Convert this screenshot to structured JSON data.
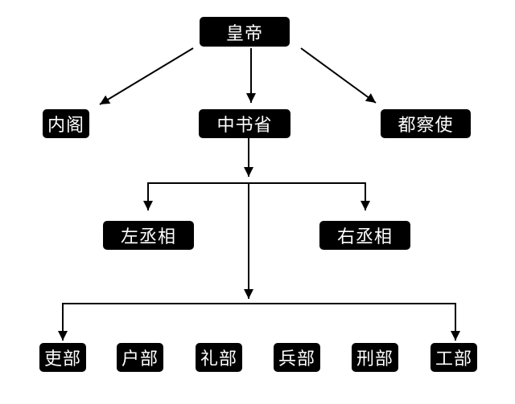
{
  "nodes": {
    "emperor": "皇帝",
    "grand_secretariat": "内阁",
    "central_secretariat": "中书省",
    "censorate": "都察使",
    "left_chancellor": "左丞相",
    "right_chancellor": "右丞相",
    "ministry_personnel": "吏部",
    "ministry_revenue": "户部",
    "ministry_rites": "礼部",
    "ministry_war": "兵部",
    "ministry_justice": "刑部",
    "ministry_works": "工部"
  },
  "colors": {
    "node_fill": "#000000",
    "node_text": "#ffffff",
    "line": "#000000",
    "background": "#ffffff"
  }
}
